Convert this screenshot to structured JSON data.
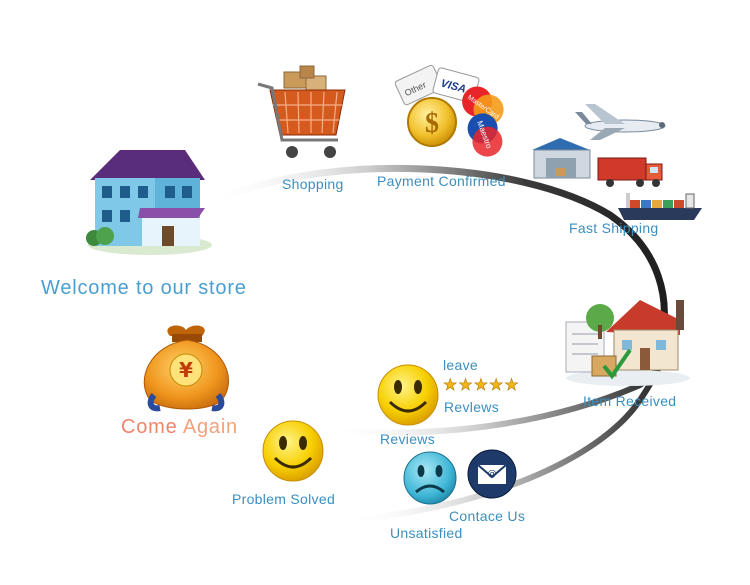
{
  "labels": {
    "welcome": "Welcome to our store",
    "shopping": "Shopping",
    "payment": "Payment Confirmed",
    "shipping": "Fast Shipping",
    "received": "Item Received",
    "leave": "leave",
    "stars": "★★★★★",
    "reviews_right": "Revlews",
    "reviews_left": "Reviews",
    "problem": "Problem Solved",
    "unsatisfied": "Unsatisfied",
    "contact": "Contace Us",
    "come_again_part1": "Come",
    "come_again_part2": "Again"
  },
  "card_logos": {
    "visa": "VISA",
    "mastercard": "MasterCard",
    "maestro": "Maestro",
    "other": "Other"
  },
  "icons": [
    "house-icon",
    "shopping-cart-icon",
    "payment-cards-icon",
    "dollar-coin-icon",
    "airplane-icon",
    "warehouse-icon",
    "truck-icon",
    "cargo-ship-icon",
    "received-house-icon",
    "money-bag-icon",
    "yen-icon",
    "smiley-icon",
    "sad-face-icon",
    "email-icon",
    "star-icon"
  ],
  "colors": {
    "label_blue": "#3a8fc0",
    "arc_dark": "#2b2b2b",
    "come_again": "#f0856a",
    "star": "#f2b51c",
    "smiley": "#f5c400"
  }
}
